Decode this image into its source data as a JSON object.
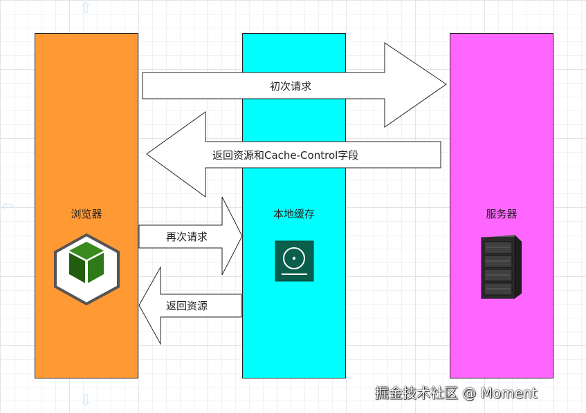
{
  "columns": {
    "browser": {
      "label": "浏览器",
      "color": "#ff9933"
    },
    "cache": {
      "label": "本地缓存",
      "color": "#00ffff"
    },
    "server": {
      "label": "服务器",
      "color": "#ff66ff"
    }
  },
  "arrows": {
    "initial_request": "初次请求",
    "return_cache_control": "返回资源和Cache-Control字段",
    "repeat_request": "再次请求",
    "return_resource": "返回资源"
  },
  "icons": {
    "browser": "package-cube-icon",
    "cache": "hard-disk-icon",
    "server": "server-rack-icon"
  },
  "watermark": "掘金技术社区 @ Moment"
}
